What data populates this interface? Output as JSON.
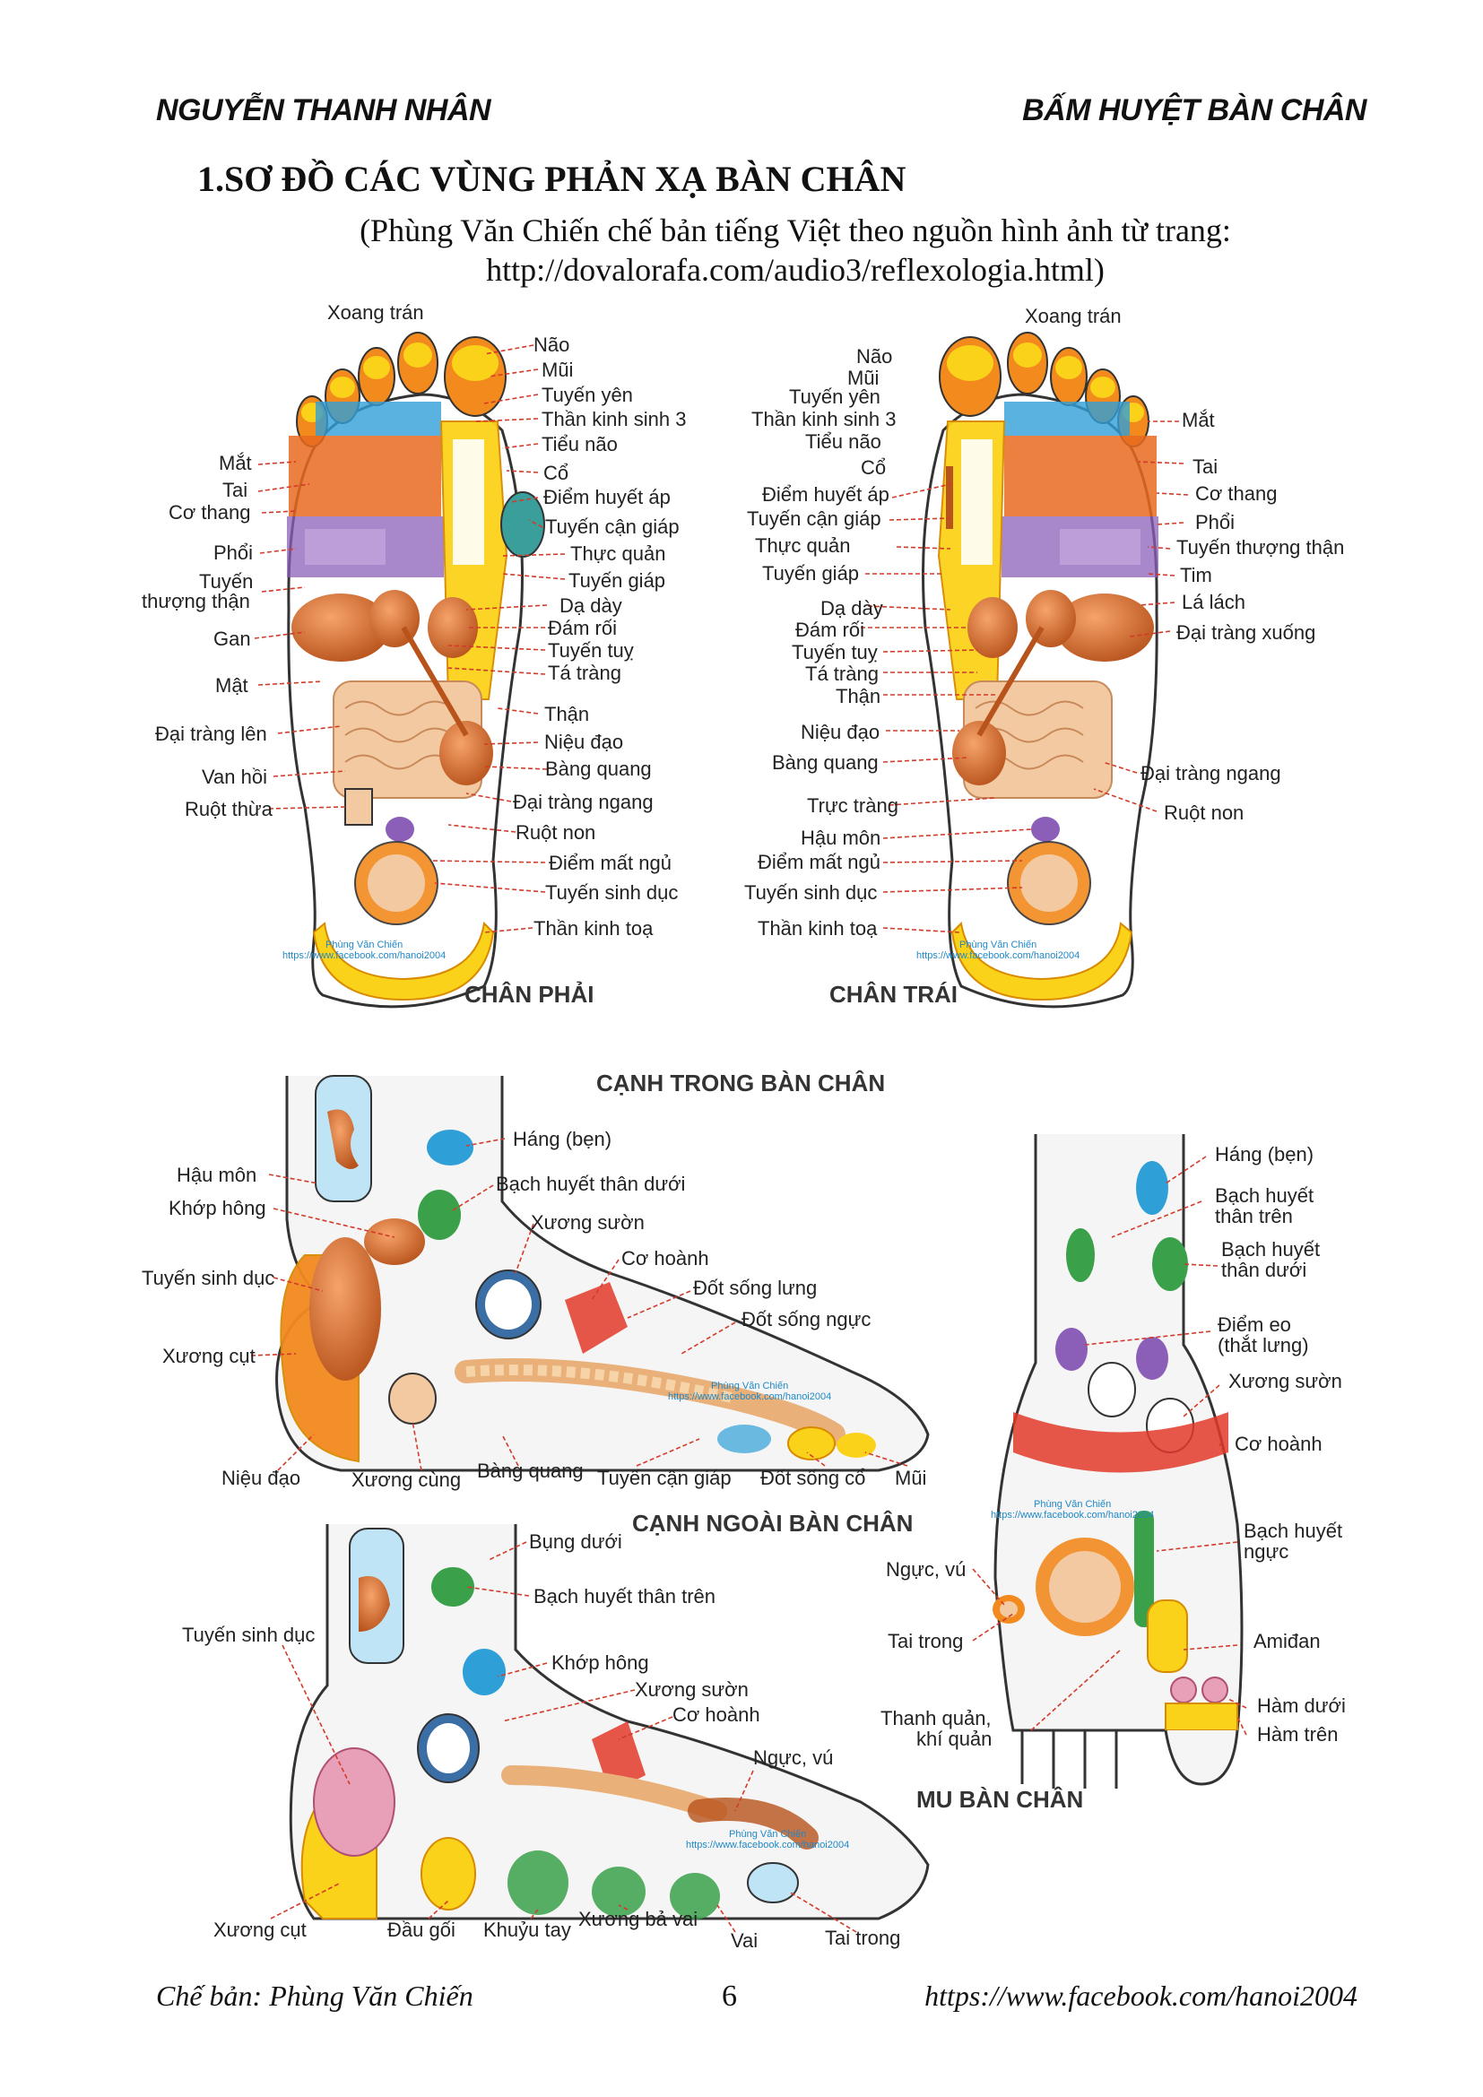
{
  "header": {
    "author": "NGUYỄN THANH NHÂN",
    "book_title": "BẤM HUYỆT BÀN CHÂN"
  },
  "section_title": "1.SƠ ĐỒ CÁC VÙNG PHẢN XẠ BÀN CHÂN",
  "subtitle_line1": "(Phùng Văn Chiến chế bản tiếng Việt theo nguồn hình ảnh từ trang:",
  "subtitle_line2": "http://dovalorafa.com/audio3/reflexologia.html)",
  "watermark": {
    "name": "Phùng Văn Chiến",
    "url": "https://www.facebook.com/hanoi2004"
  },
  "captions": {
    "right_foot": "CHÂN PHẢI",
    "left_foot": "CHÂN TRÁI",
    "inner_edge": "CẠNH TRONG BÀN CHÂN",
    "outer_edge": "CẠNH NGOÀI BÀN CHÂN",
    "top_foot": "MU BÀN CHÂN"
  },
  "right_foot_labels": {
    "xoang_tran": "Xoang trán",
    "nao": "Não",
    "mui": "Mũi",
    "tuyen_yen": "Tuyến yên",
    "than_kinh_sinh_3": "Thần kinh sinh 3",
    "tieu_nao": "Tiểu não",
    "co": "Cổ",
    "diem_huyet_ap": "Điểm huyết áp",
    "tuyen_can_giap": "Tuyến cận giáp",
    "thuc_quan": "Thực quản",
    "tuyen_giap": "Tuyến giáp",
    "da_day": "Dạ dày",
    "dam_roi": "Đám rối",
    "tuyen_tuy": "Tuyến tuỵ",
    "ta_trang": "Tá tràng",
    "than": "Thận",
    "nieu_dao": "Niệu đạo",
    "bang_quang": "Bàng quang",
    "dai_trang_ngang": "Đại tràng ngang",
    "ruot_non": "Ruột non",
    "diem_mat_ngu": "Điểm mất ngủ",
    "tuyen_sinh_duc": "Tuyến sinh dục",
    "than_kinh_toa": "Thần kinh toạ",
    "mat_eye": "Mắt",
    "tai": "Tai",
    "co_thang": "Cơ thang",
    "phoi": "Phổi",
    "tuyen_than_1": "Tuyến",
    "tuyen_than_2": "thượng thận",
    "gan": "Gan",
    "mat_gall": "Mật",
    "dai_trang_len": "Đại tràng lên",
    "van_hoi": "Van hồi",
    "ruot_thua": "Ruột thừa"
  },
  "left_foot_labels": {
    "xoang_tran": "Xoang trán",
    "nao": "Não",
    "mui": "Mũi",
    "tuyen_yen": "Tuyến yên",
    "than_kinh_sinh_3": "Thần kinh sinh 3",
    "tieu_nao": "Tiểu não",
    "co": "Cổ",
    "diem_huyet_ap": "Điểm huyết áp",
    "tuyen_can_giap": "Tuyến cận giáp",
    "thuc_quan": "Thực quản",
    "tuyen_giap": "Tuyến giáp",
    "da_day": "Dạ dày",
    "dam_roi": "Đám rối",
    "tuyen_tuy": "Tuyến tuỵ",
    "ta_trang": "Tá tràng",
    "than": "Thận",
    "nieu_dao": "Niệu đạo",
    "bang_quang": "Bàng quang",
    "truc_trang": "Trực tràng",
    "hau_mon": "Hậu môn",
    "diem_mat_ngu": "Điểm mất ngủ",
    "tuyen_sinh_duc": "Tuyến sinh dục",
    "than_kinh_toa": "Thần kinh toạ",
    "mat_eye": "Mắt",
    "tai": "Tai",
    "co_thang": "Cơ thang",
    "phoi": "Phổi",
    "tuyen_thuong_than": "Tuyến thượng thận",
    "tim": "Tim",
    "la_lach": "Lá lách",
    "dai_trang_xuong": "Đại tràng xuống",
    "dai_trang_ngang": "Đại tràng ngang",
    "ruot_non": "Ruột non"
  },
  "inner_labels": {
    "hau_mon": "Hậu môn",
    "khop_hong": "Khớp hông",
    "tuyen_sinh_duc": "Tuyến sinh dục",
    "xuong_cut": "Xương cụt",
    "nieu_dao": "Niệu đạo",
    "xuong_cung": "Xương cùng",
    "bang_quang": "Bàng quang",
    "tuyen_can_giap": "Tuyến cận giáp",
    "dot_song_co": "Đốt sống cổ",
    "mui": "Mũi",
    "hang_ben": "Háng (bẹn)",
    "bach_huyet_than_duoi": "Bạch huyết thân dưới",
    "xuong_suon": "Xương sườn",
    "co_hoanh": "Cơ hoành",
    "dot_song_lung": "Đốt sống lưng",
    "dot_song_nguc": "Đốt sống ngực"
  },
  "outer_labels": {
    "bung_duoi": "Bụng dưới",
    "bach_huyet_than_tren": "Bạch huyết thân trên",
    "tuyen_sinh_duc": "Tuyến sinh dục",
    "khop_hong": "Khớp hông",
    "xuong_suon": "Xương sườn",
    "co_hoanh": "Cơ hoành",
    "nguc_vu": "Ngực, vú",
    "xuong_cut": "Xương cụt",
    "dau_goi": "Đầu gối",
    "khuyu_tay": "Khuỷu tay",
    "xuong_ba_vai": "Xương bả vai",
    "vai": "Vai",
    "tai_trong": "Tai trong"
  },
  "top_labels": {
    "hang_ben": "Háng (bẹn)",
    "bh_than_tren_1": "Bạch huyết",
    "bh_than_tren_2": "thân trên",
    "bh_than_duoi_1": "Bạch huyết",
    "bh_than_duoi_2": "thân dưới",
    "diem_eo_1": "Điểm eo",
    "diem_eo_2": "(thắt lưng)",
    "xuong_suon": "Xương sườn",
    "co_hoanh": "Cơ hoành",
    "bh_nguc_1": "Bạch huyết",
    "bh_nguc_2": "ngực",
    "nguc_vu": "Ngực, vú",
    "tai_trong": "Tai trong",
    "amidan": "Amiđan",
    "thanh_quan_1": "Thanh quản,",
    "thanh_quan_2": "khí quản",
    "ham_duoi": "Hàm dưới",
    "ham_tren": "Hàm trên"
  },
  "footer": {
    "author": "Chế bản: Phùng Văn Chiến",
    "page_number": "6",
    "url": "https://www.facebook.com/hanoi2004"
  },
  "colors": {
    "orange": "#f28a1e",
    "yellow": "#fbd21a",
    "red": "#e23a2a",
    "blue": "#2f9fd8",
    "purple": "#8b5fb8",
    "green": "#3aa04a",
    "pink": "#e8a0b8",
    "skin": "#f3c9a2",
    "teal": "#3a9e9a"
  }
}
